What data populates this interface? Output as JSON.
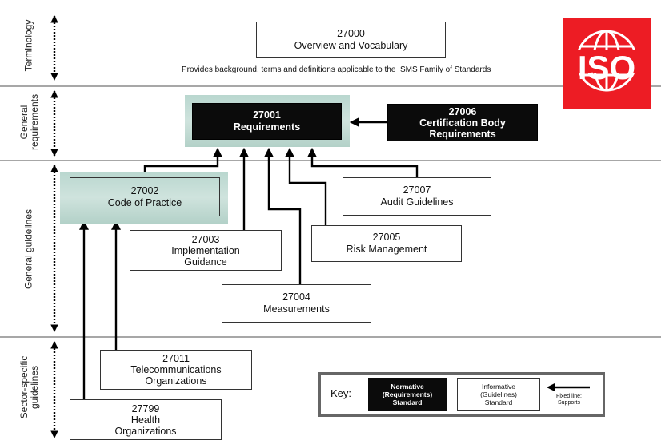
{
  "bands": [
    {
      "id": "terminology",
      "label": "Terminology"
    },
    {
      "id": "general-requirements",
      "label_lines": [
        "General",
        "requirements"
      ]
    },
    {
      "id": "general-guidelines",
      "label": "General guidelines"
    },
    {
      "id": "sector-specific",
      "label_lines": [
        "Sector-specific",
        "guidelines"
      ]
    }
  ],
  "description": "Provides background, terms and definitions applicable to the ISMS Family of Standards",
  "logo": {
    "text": "ISO",
    "color": "#ed1c24"
  },
  "standards": {
    "s27000": {
      "number": "27000",
      "title": "Overview and Vocabulary"
    },
    "s27001": {
      "number": "27001",
      "title": "Requirements"
    },
    "s27006": {
      "number": "27006",
      "title_lines": [
        "Certification Body",
        "Requirements"
      ]
    },
    "s27002": {
      "number": "27002",
      "title": "Code of Practice"
    },
    "s27007": {
      "number": "27007",
      "title": "Audit Guidelines"
    },
    "s27003": {
      "number": "27003",
      "title_lines": [
        "Implementation",
        "Guidance"
      ]
    },
    "s27005": {
      "number": "27005",
      "title": "Risk Management"
    },
    "s27004": {
      "number": "27004",
      "title": "Measurements"
    },
    "s27011": {
      "number": "27011",
      "title_lines": [
        "Telecommunications",
        "Organizations"
      ]
    },
    "s27799": {
      "number": "27799",
      "title_lines": [
        "Health",
        "Organizations"
      ]
    }
  },
  "key": {
    "label": "Key:",
    "normative_lines": [
      "Normative",
      "(Requirements)",
      "Standard"
    ],
    "informative_lines": [
      "Informative",
      "(Guidelines)",
      "Standard"
    ],
    "fixed_line_lines": [
      "Fixed line:",
      "Supports"
    ]
  },
  "colors": {
    "normative_fill": "#0b0b0b",
    "highlight": "#b9d7cf",
    "band_line": "#a7a7a7",
    "iso_red": "#ed1c24"
  }
}
